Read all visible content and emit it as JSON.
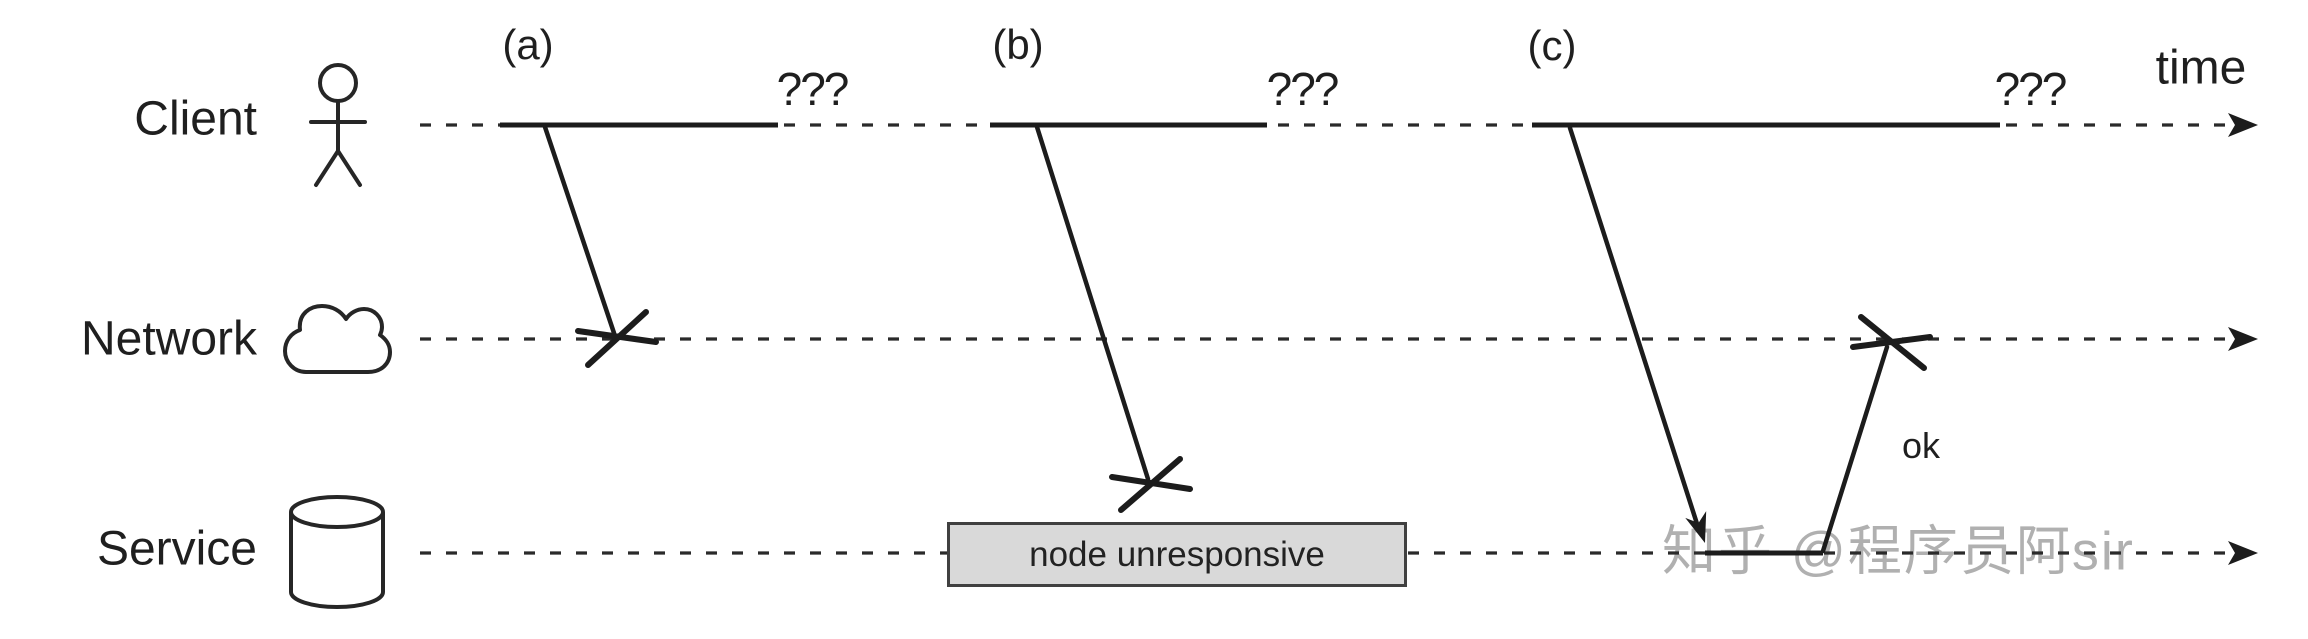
{
  "colors": {
    "background": "#ffffff",
    "line": "#1c1c1c",
    "text": "#1f1f1f",
    "box_fill": "#d9d9d9",
    "box_border": "#404040",
    "watermark_text": "#b0b0b0"
  },
  "lanes": [
    {
      "label": "Client",
      "icon": "person-icon"
    },
    {
      "label": "Network",
      "icon": "cloud-icon"
    },
    {
      "label": "Service",
      "icon": "database-icon"
    }
  ],
  "timeline": {
    "axis_label": "time"
  },
  "scenarios": [
    {
      "label": "(a)",
      "outcome": "???"
    },
    {
      "label": "(b)",
      "outcome": "???",
      "service_note": "node unresponsive"
    },
    {
      "label": "(c)",
      "outcome": "???",
      "reply_label": "ok"
    }
  ],
  "watermark": {
    "text": "知乎 @程序员阿sir"
  }
}
